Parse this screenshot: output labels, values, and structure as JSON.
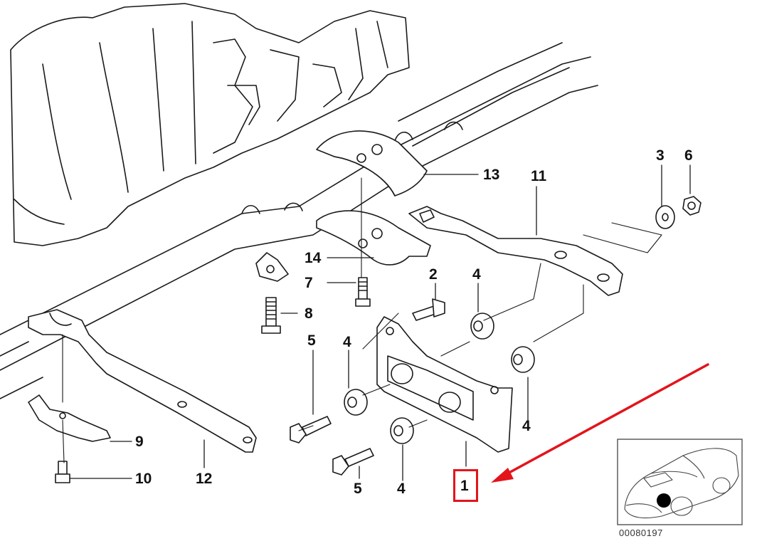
{
  "diagram": {
    "callouts": [
      {
        "id": "p1",
        "label": "1"
      },
      {
        "id": "p2",
        "label": "2"
      },
      {
        "id": "p3",
        "label": "3"
      },
      {
        "id": "p4a",
        "label": "4"
      },
      {
        "id": "p4b",
        "label": "4"
      },
      {
        "id": "p4c",
        "label": "4"
      },
      {
        "id": "p4d",
        "label": "4"
      },
      {
        "id": "p5a",
        "label": "5"
      },
      {
        "id": "p5b",
        "label": "5"
      },
      {
        "id": "p6",
        "label": "6"
      },
      {
        "id": "p7",
        "label": "7"
      },
      {
        "id": "p8",
        "label": "8"
      },
      {
        "id": "p9",
        "label": "9"
      },
      {
        "id": "p10",
        "label": "10"
      },
      {
        "id": "p11",
        "label": "11"
      },
      {
        "id": "p12",
        "label": "12"
      },
      {
        "id": "p13",
        "label": "13"
      },
      {
        "id": "p14",
        "label": "14"
      }
    ],
    "reference_number": "00080197",
    "highlight_color": "#e3141b",
    "arrow_color": "#e3141b",
    "line_color": "#1a1a1a"
  }
}
